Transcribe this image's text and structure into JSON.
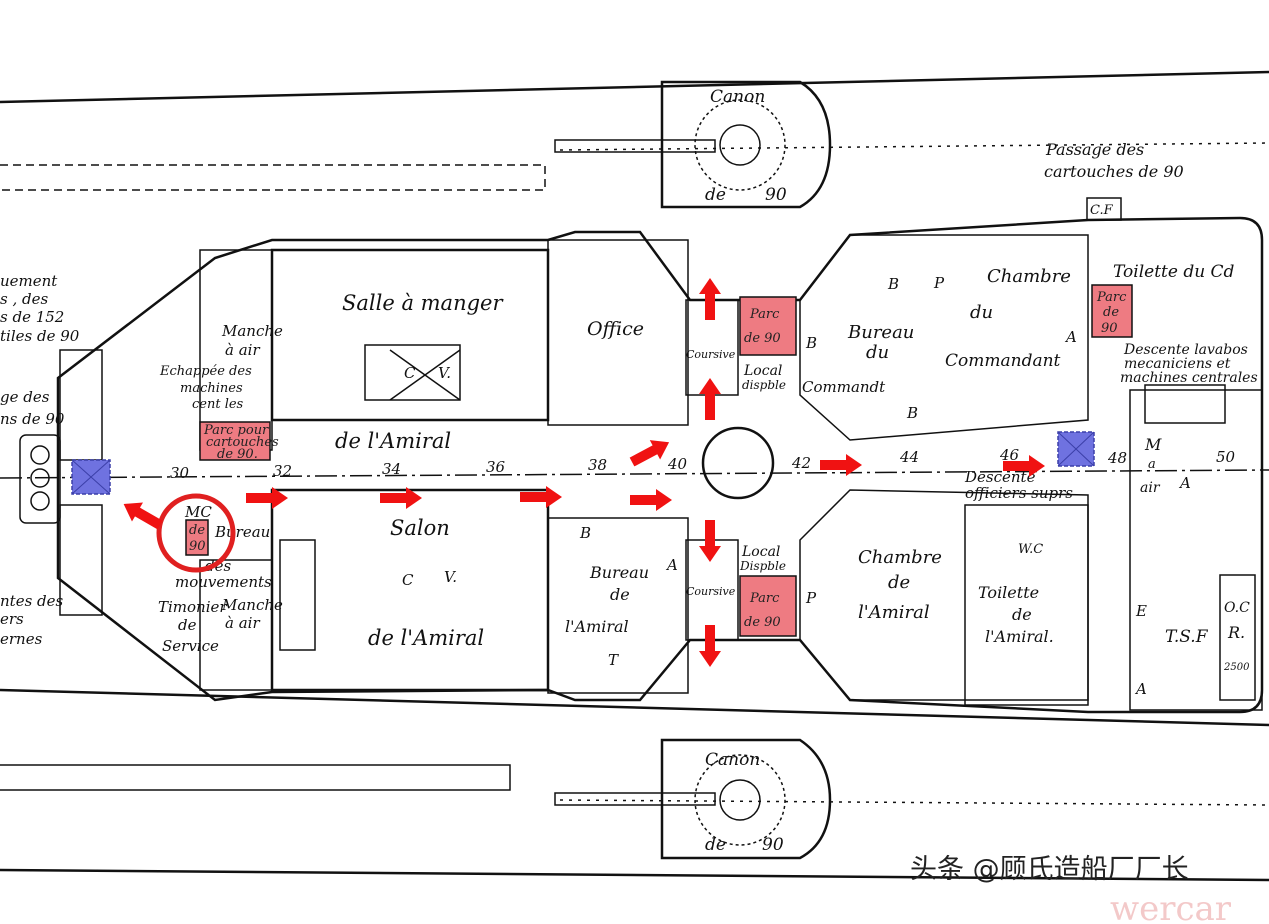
{
  "diagram": {
    "guns": {
      "top": [
        "Canon",
        "de",
        "90"
      ],
      "bottom": [
        "Canon",
        "de",
        "90"
      ]
    },
    "rooms": {
      "salle_manger": "Salle à manger",
      "de_amiral_1": "de l'Amiral",
      "salon": "Salon",
      "de_amiral_2": "de l'Amiral",
      "office": "Office",
      "coursive_top": "Coursive",
      "coursive_bottom": "Coursive",
      "local_disp_top": [
        "Local",
        "dispble"
      ],
      "local_disp_bottom": [
        "Local",
        "Dispble"
      ],
      "bureau_command": [
        "Bureau",
        "du",
        "Commandt"
      ],
      "chambre_command": [
        "Chambre",
        "du",
        "Commandant"
      ],
      "toilette_cdt": "Toilette du Cd",
      "descente_lavabos": [
        "Descente lavabos",
        "mecaniciens et",
        "machines centrales"
      ],
      "passage": [
        "Passage des",
        "cartouches de 90"
      ],
      "cf": "C.F",
      "descente_officiers": [
        "Descente",
        "officiers suprs"
      ],
      "chambre_amiral": [
        "Chambre",
        "de",
        "l'Amiral"
      ],
      "toilette_amiral": [
        "Toilette",
        "de",
        "l'Amiral."
      ],
      "wc": "W.C",
      "bureau_amiral": [
        "Bureau",
        "de",
        "l'Amiral"
      ],
      "tsf": "T.S.F",
      "oc": [
        "O.C",
        "R.",
        "2500"
      ],
      "m_air": [
        "M",
        "a",
        "air"
      ],
      "manche_top": [
        "Manche",
        "à air"
      ],
      "manche_bottom": [
        "Manche",
        "à air"
      ],
      "echappee": [
        "Echappée des",
        "machines",
        "cent les"
      ],
      "mc": "MC",
      "bureau_mouvements": [
        "Bureau",
        "des",
        "mouvements"
      ],
      "timonier": [
        "Timonier",
        "de",
        "Service"
      ],
      "left_top": [
        "uement",
        "s , des",
        "s de 152",
        "tiles de 90"
      ],
      "left_mid": [
        "ge des",
        "ns de 90"
      ],
      "left_bottom": [
        "ntes des",
        "ers",
        "ernes"
      ],
      "letters": {
        "b": "B",
        "p": "P",
        "a": "A",
        "t": "T",
        "c": "C",
        "v": "V.",
        "e": "E"
      }
    },
    "red_boxes": {
      "parc_top": [
        "Parc",
        "de 90"
      ],
      "parc_bottom": [
        "Parc",
        "de 90"
      ],
      "parc_cdt": [
        "Parc",
        "de",
        "90"
      ],
      "parc_pour": [
        "Parc pour",
        "cartouches",
        "de 90."
      ],
      "mc_box": [
        "de",
        "90"
      ]
    },
    "frame_numbers": [
      "30",
      "32",
      "34",
      "36",
      "38",
      "40",
      "42",
      "44",
      "46",
      "48",
      "50"
    ],
    "colors": {
      "highlight_red": "#ee7b82",
      "arrow_red": "#f01212",
      "blue_hatch": "#6f72e0"
    }
  },
  "watermark": {
    "text": "头条 @顾氏造船厂厂长",
    "faint": "wercar"
  }
}
